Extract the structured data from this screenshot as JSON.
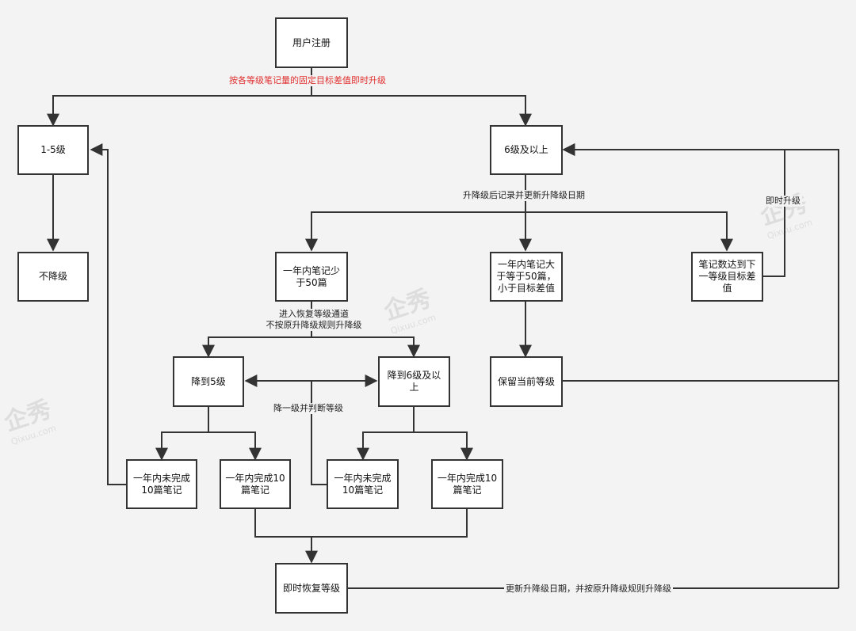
{
  "nodes": {
    "register": "用户注册",
    "lv1_5": "1-5级",
    "lv6up": "6级及以上",
    "no_downgrade": "不降级",
    "less50": "一年内笔记少于50篇",
    "gte50": "一年内笔记大于等于50篇，小于目标差值",
    "reach_next": "笔记数达到下一等级目标差值",
    "keep_level": "保留当前等级",
    "down_to5": "降到5级",
    "down_to6": "降到6级及以上",
    "l_not_done": "一年内未完成10篇笔记",
    "l_done": "一年内完成10篇笔记",
    "r_not_done": "一年内未完成10篇笔记",
    "r_done": "一年内完成10篇笔记",
    "restore": "即时恢复等级"
  },
  "labels": {
    "instant_by_target": "按各等级笔记量的固定目标差值即时升级",
    "record_date": "升降级后记录并更新升降级日期",
    "instant_up": "即时升级",
    "recovery_channel": "进入恢复等级通道\n不按原升降级规则升降级",
    "down_one_judge": "降一级并判断等级",
    "update_date": "更新升降级日期，并按原升降级规则升降级"
  },
  "watermark": {
    "cn": "企秀",
    "en": "Qixuu.com"
  }
}
